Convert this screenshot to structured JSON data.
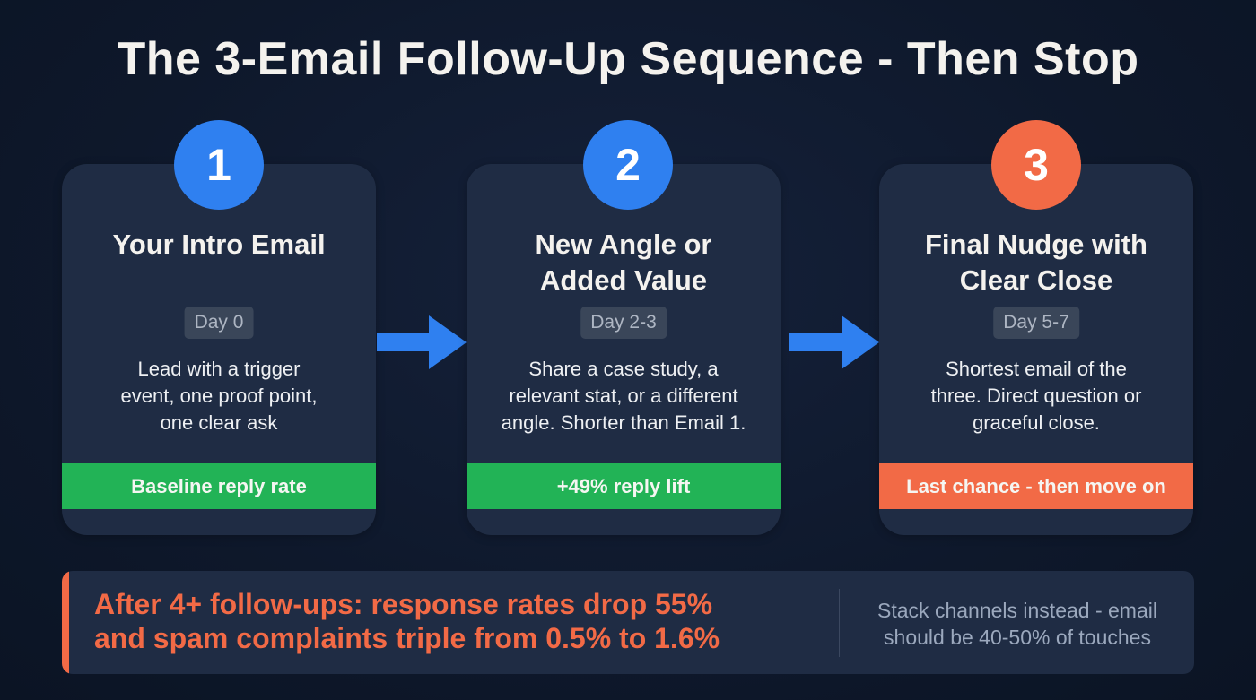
{
  "title": "The 3-Email Follow-Up Sequence - Then Stop",
  "colors": {
    "blue": "#2f80f0",
    "orange": "#f26a46",
    "green": "#22b356",
    "card": "#1f2c44",
    "background": "#0f1a2e"
  },
  "steps": [
    {
      "number": "1",
      "title_line1": "Your Intro Email",
      "title_line2": "",
      "day": "Day 0",
      "desc_lines": [
        "Lead with a trigger",
        "event, one proof point,",
        "one clear ask"
      ],
      "badge": "Baseline reply rate"
    },
    {
      "number": "2",
      "title_line1": "New Angle or",
      "title_line2": "Added Value",
      "day": "Day 2-3",
      "desc_lines": [
        "Share a case study, a",
        "relevant stat, or a different",
        "angle. Shorter than Email 1."
      ],
      "badge": "+49% reply lift"
    },
    {
      "number": "3",
      "title_line1": "Final Nudge with",
      "title_line2": "Clear Close",
      "day": "Day 5-7",
      "desc_lines": [
        "Shortest email of the",
        "three. Direct question or",
        "graceful close."
      ],
      "badge": "Last chance - then move on"
    }
  ],
  "arrows": [
    "arrow-right-icon",
    "arrow-right-icon"
  ],
  "warning": {
    "line1": "After 4+ follow-ups: response rates drop 55%",
    "line2": "and spam complaints triple from 0.5% to 1.6%",
    "side_line1": "Stack channels instead - email",
    "side_line2": "should be 40-50% of touches"
  }
}
